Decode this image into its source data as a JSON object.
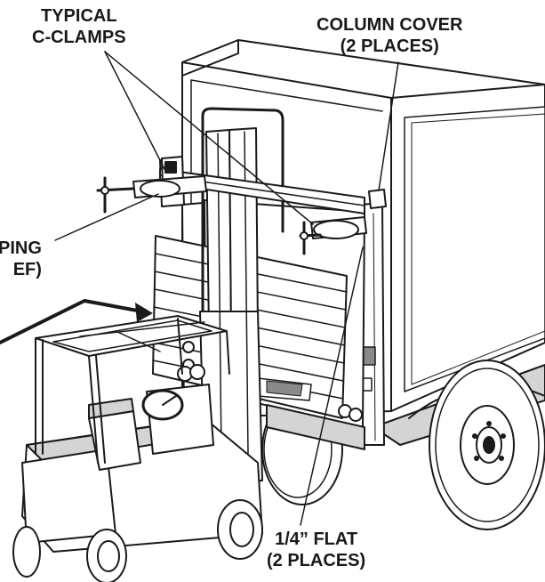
{
  "callouts": {
    "c_clamps": {
      "line1": "TYPICAL",
      "line2": "C-CLAMPS"
    },
    "column_cover": {
      "line1": "COLUMN COVER",
      "line2": "(2 PLACES)"
    },
    "strapping": {
      "line1": "PING",
      "line2": "EF)"
    },
    "flat": {
      "line1": "1/4” FLAT",
      "line2": "(2 PLACES)"
    }
  },
  "colors": {
    "ink": "#1a1a1a",
    "fill_light": "#ffffff",
    "fill_mid": "#d4d4d4",
    "fill_dark": "#8a8a8a"
  },
  "icons": [
    "forklift",
    "liftgate-platform",
    "truck-box",
    "truck-wheel",
    "c-clamp"
  ]
}
